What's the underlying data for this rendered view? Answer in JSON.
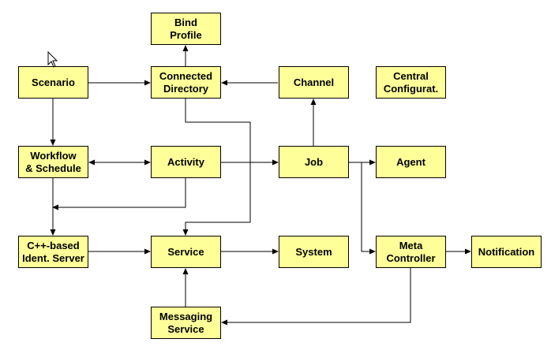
{
  "colors": {
    "node_fill": "#ffff99",
    "node_border": "#000000",
    "edge": "#000000",
    "background": "#ffffff"
  },
  "nodes": [
    {
      "id": "bind-profile",
      "label": "Bind\nProfile"
    },
    {
      "id": "scenario",
      "label": "Scenario"
    },
    {
      "id": "connected-directory",
      "label": "Connected\nDirectory"
    },
    {
      "id": "channel",
      "label": "Channel"
    },
    {
      "id": "central-configuration",
      "label": "Central\nConfigurat."
    },
    {
      "id": "workflow-schedule",
      "label": "Workflow\n& Schedule"
    },
    {
      "id": "activity",
      "label": "Activity"
    },
    {
      "id": "job",
      "label": "Job"
    },
    {
      "id": "agent",
      "label": "Agent"
    },
    {
      "id": "ident-server",
      "label": "C++-based\nIdent. Server"
    },
    {
      "id": "service",
      "label": "Service"
    },
    {
      "id": "system",
      "label": "System"
    },
    {
      "id": "meta-controller",
      "label": "Meta\nController"
    },
    {
      "id": "notification",
      "label": "Notification"
    },
    {
      "id": "messaging-service",
      "label": "Messaging\nService"
    }
  ],
  "edges": [
    {
      "from": "scenario",
      "to": "connected-directory"
    },
    {
      "from": "channel",
      "to": "connected-directory"
    },
    {
      "from": "connected-directory",
      "to": "bind-profile"
    },
    {
      "from": "scenario",
      "to": "workflow-schedule"
    },
    {
      "from": "workflow-schedule",
      "to": "activity",
      "bidirectional": true
    },
    {
      "from": "activity",
      "to": "job"
    },
    {
      "from": "job",
      "to": "channel"
    },
    {
      "from": "job",
      "to": "agent"
    },
    {
      "from": "job",
      "to": "meta-controller"
    },
    {
      "from": "workflow-schedule",
      "to": "ident-server"
    },
    {
      "from": "activity",
      "to": "ident-server"
    },
    {
      "from": "ident-server",
      "to": "service"
    },
    {
      "from": "connected-directory",
      "to": "service"
    },
    {
      "from": "service",
      "to": "system"
    },
    {
      "from": "meta-controller",
      "to": "notification"
    },
    {
      "from": "meta-controller",
      "to": "messaging-service"
    },
    {
      "from": "messaging-service",
      "to": "service"
    }
  ]
}
